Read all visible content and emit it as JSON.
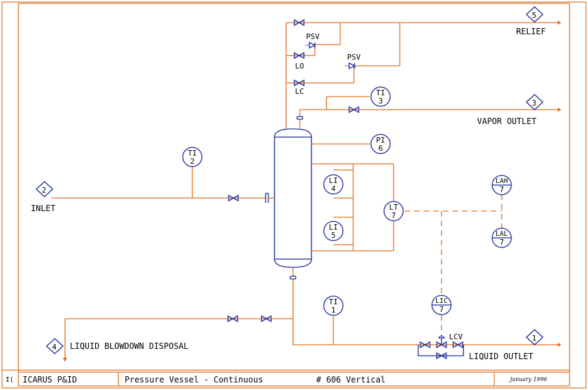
{
  "title_block": {
    "left_fragment": "I(",
    "company": "ICARUS P&ID",
    "drawing_title": "Pressure Vessel - Continuous",
    "drawing_number": "# 606 Vertical",
    "date": "January 1996"
  },
  "streams": {
    "relief": {
      "number": "5",
      "label": "RELIEF"
    },
    "vapor_outlet": {
      "number": "3",
      "label": "VAPOR OUTLET"
    },
    "inlet": {
      "number": "2",
      "label": "INLET"
    },
    "liquid_outlet": {
      "number": "1",
      "label": "LIQUID OUTLET"
    },
    "blowdown": {
      "number": "4",
      "label": "LIQUID BLOWDOWN DISPOSAL"
    }
  },
  "valve_labels": {
    "psv_upper": "PSV",
    "psv_lower": "PSV",
    "lo": "LO",
    "lc": "LC",
    "lcv": "LCV"
  },
  "instruments": {
    "ti3": {
      "tag": "TI",
      "num": "3"
    },
    "pi6": {
      "tag": "PI",
      "num": "6"
    },
    "ti2": {
      "tag": "TI",
      "num": "2"
    },
    "li4": {
      "tag": "LI",
      "num": "4"
    },
    "li5": {
      "tag": "LI",
      "num": "5"
    },
    "lt7": {
      "tag": "LT",
      "num": "7"
    },
    "lah7": {
      "tag": "LAH",
      "num": "7"
    },
    "lal7": {
      "tag": "LAL",
      "num": "7"
    },
    "lic7": {
      "tag": "LIC",
      "num": "7"
    },
    "ti1": {
      "tag": "TI",
      "num": "1"
    }
  },
  "colors": {
    "pipe": "#e07020",
    "equipment": "#1a2a9a",
    "background": "#ffffff"
  }
}
